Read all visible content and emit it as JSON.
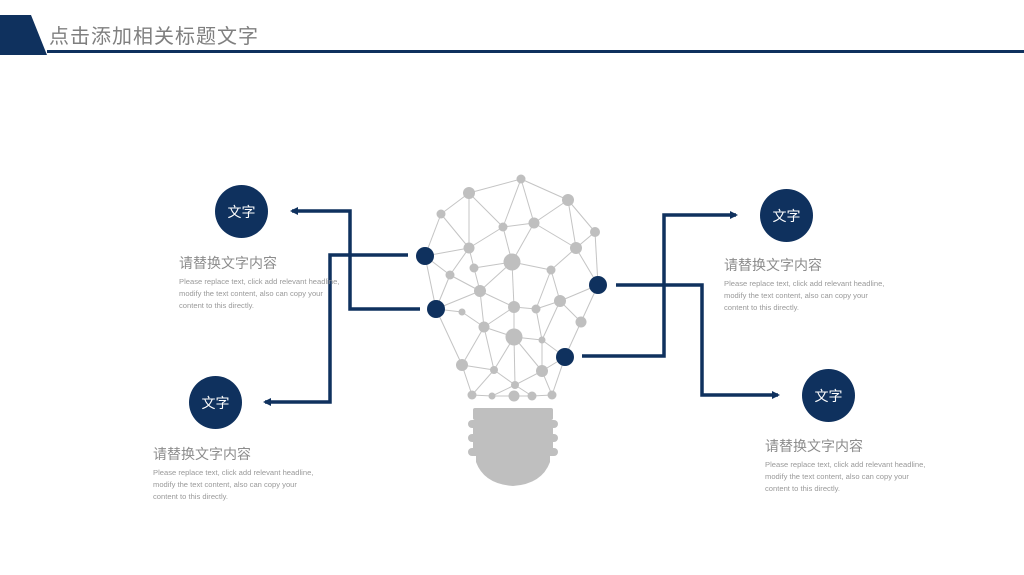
{
  "header": {
    "title": "点击添加相关标题文字"
  },
  "colors": {
    "accent": "#0f315e",
    "bulb_gray": "#bfbfbf",
    "text_gray": "#8c8c8c"
  },
  "items": [
    {
      "badge": "文字",
      "heading": "请替换文字内容",
      "body": "Please replace text, click add relevant headline, modify the text content, also can copy your content to this directly."
    },
    {
      "badge": "文字",
      "heading": "请替换文字内容",
      "body": "Please replace text, click add relevant headline, modify the text content, also can copy your content to this directly."
    },
    {
      "badge": "文字",
      "heading": "请替换文字内容",
      "body": "Please replace text, click add relevant headline, modify the text content, also can copy your content to this directly."
    },
    {
      "badge": "文字",
      "heading": "请替换文字内容",
      "body": "Please replace text, click add relevant headline, modify the text content, also can copy your content to this directly."
    }
  ]
}
